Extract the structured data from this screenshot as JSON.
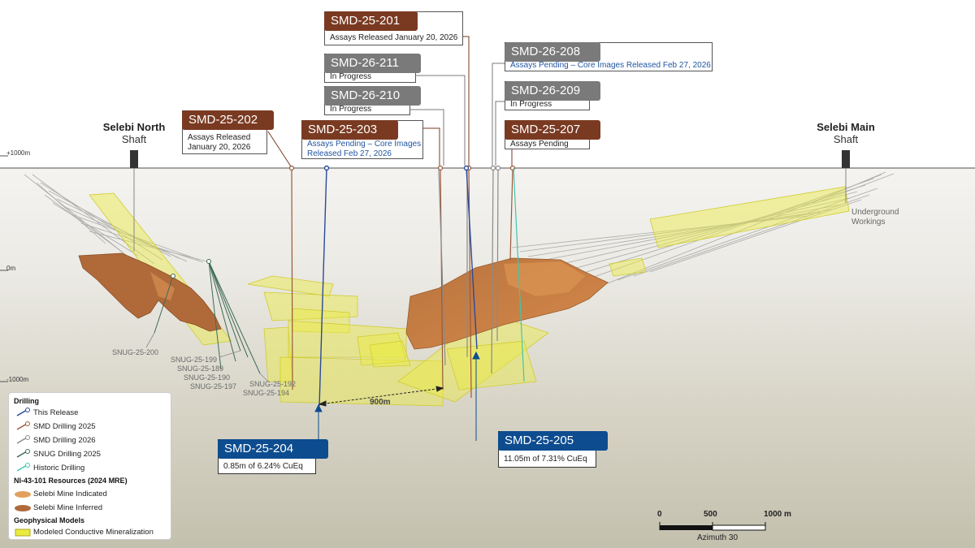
{
  "shafts": {
    "north": {
      "name": "Selebi North",
      "sub": "Shaft"
    },
    "main": {
      "name": "Selebi Main",
      "sub": "Shaft"
    }
  },
  "elevations": {
    "top": "+1000m",
    "mid": "0m",
    "bottom": "-1000m"
  },
  "underground_workings": {
    "line1": "Underground",
    "line2": "Workings"
  },
  "distance_label": "900m",
  "callouts": {
    "smd_25_201": {
      "name": "SMD-25-201",
      "status": "Assays Released January 20, 2026"
    },
    "smd_26_211": {
      "name": "SMD-26-211",
      "status": "In Progress"
    },
    "smd_26_210": {
      "name": "SMD-26-210",
      "status": "In Progress"
    },
    "smd_25_202": {
      "name": "SMD-25-202",
      "status_line1": "Assays Released",
      "status_line2": "January 20, 2026"
    },
    "smd_25_203": {
      "name": "SMD-25-203",
      "status_line1": "Assays Pending – Core Images",
      "status_line2": "Released Feb 27, 2026"
    },
    "smd_26_208": {
      "name": "SMD-26-208",
      "status": "Assays Pending – Core Images Released Feb 27, 2026"
    },
    "smd_26_209": {
      "name": "SMD-26-209",
      "status": "In Progress"
    },
    "smd_25_207": {
      "name": "SMD-25-207",
      "status": "Assays Pending"
    },
    "smd_25_204": {
      "name": "SMD-25-204",
      "status": "0.85m of 6.24% CuEq"
    },
    "smd_25_205": {
      "name": "SMD-25-205",
      "status": "11.05m of 7.31% CuEq"
    }
  },
  "snug_labels": {
    "snug_200": "SNUG-25-200",
    "snug_199": "SNUG-25-199",
    "snug_189": "SNUG-25-189",
    "snug_190": "SNUG-25-190",
    "snug_197": "SNUG-25-197",
    "snug_192": "SNUG-25-192",
    "snug_194": "SNUG-25-194"
  },
  "legend": {
    "drilling_header": "Drilling",
    "this_release": "This Release",
    "smd_2025": "SMD Drilling 2025",
    "smd_2026": "SMD Drilling 2026",
    "snug_2025": "SNUG Drilling 2025",
    "historic": "Historic Drilling",
    "resources_header": "NI-43-101 Resources (2024 MRE)",
    "indicated": "Selebi Mine Indicated",
    "inferred": "Selebi Mine Inferred",
    "geo_header": "Geophysical Models",
    "conductive": "Modeled Conductive Mineralization"
  },
  "scale": {
    "t0": "0",
    "t500": "500",
    "t1000": "1000 m",
    "azimuth": "Azimuth 30"
  },
  "colors": {
    "this_release": "#2a4a9c",
    "smd_2025": "#9a5a3a",
    "smd_2026": "#8a8a8a",
    "snug_2025": "#3f6a55",
    "historic": "#3ec6b0",
    "indicated": "#e2a060",
    "inferred": "#b06a3a",
    "conductive": "#eaea40"
  }
}
